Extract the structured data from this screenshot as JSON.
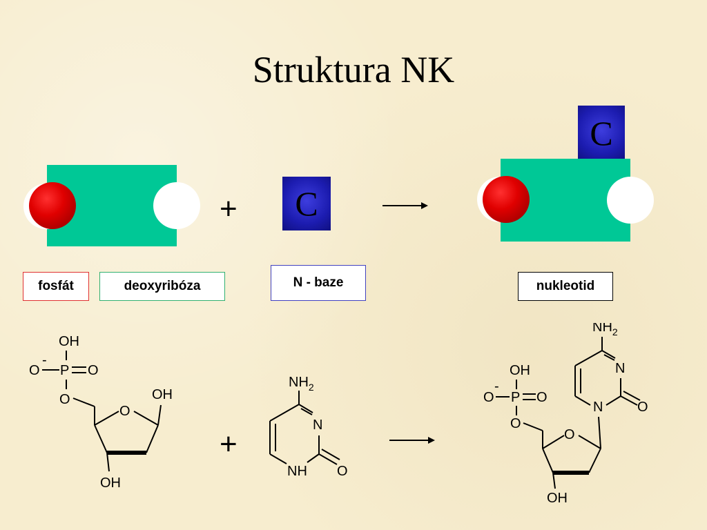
{
  "title": "Struktura NK",
  "top_row": {
    "plus": "+",
    "base_letter": "C",
    "product_base_letter": "C"
  },
  "labels": {
    "phosphate": "fosfát",
    "deoxyribose": "deoxyribóza",
    "base": "N - baze",
    "nucleotide": "nukleotid"
  },
  "colors": {
    "sugar": "#00c896",
    "phosphate": "#e00000",
    "base": "#1c1cb0",
    "phosphate_border": "#e03030",
    "sugar_border": "#30b070",
    "base_border": "#4040c0",
    "nucleotide_border": "#000000"
  },
  "chem": {
    "oh": "OH",
    "o": "O",
    "p": "P",
    "o_minus": "-",
    "nh": "NH",
    "n": "N",
    "nh2_main": "NH",
    "nh2_sub": "2",
    "plus": "+"
  }
}
